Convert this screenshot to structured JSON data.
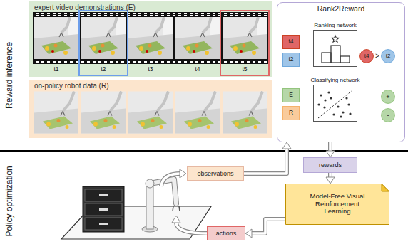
{
  "diagram": {
    "nodes": [
      {
        "text": [
          "expert video demonstrations (E)"
        ]
      },
      {
        "text": [
          "on-policy robot data (R)"
        ]
      },
      {
        "text": [
          "Rank2Reward"
        ]
      },
      {
        "text": [
          "t4"
        ],
        "in": 2
      },
      {
        "text": [
          "t2"
        ],
        "in": 2
      },
      {
        "text": [
          "Ranking network"
        ],
        "in": 2
      },
      {
        "text": [
          "t4"
        ],
        "in": 2
      },
      {
        "text": [
          "t2"
        ],
        "in": 2
      },
      {
        "text": [
          "E"
        ],
        "in": 2
      },
      {
        "text": [
          "R"
        ],
        "in": 2
      },
      {
        "text": [
          "Classifying network"
        ],
        "in": 2
      },
      {
        "text": [
          "+"
        ],
        "in": 2
      },
      {
        "text": [
          "-"
        ],
        "in": 2
      },
      {
        "text": [
          "observations"
        ]
      },
      {
        "text": [
          "rewards"
        ]
      },
      {
        "text": [
          "Model-Free Visual Reinforcement Learning"
        ]
      },
      {
        "text": [
          "actions"
        ]
      }
    ],
    "edges": [
      {
        "from": 13,
        "to": 2,
        "arrow": "to"
      },
      {
        "from": 2,
        "to": 14,
        "arrow": "to"
      },
      {
        "from": 14,
        "to": 15,
        "arrow": "to"
      },
      {
        "from": 15,
        "to": 16,
        "arrow": "to"
      }
    ],
    "labels": [
      "Reward inference",
      "Policy optimization",
      "t1",
      "t2",
      "t3",
      "t4",
      "t5",
      ">"
    ]
  }
}
